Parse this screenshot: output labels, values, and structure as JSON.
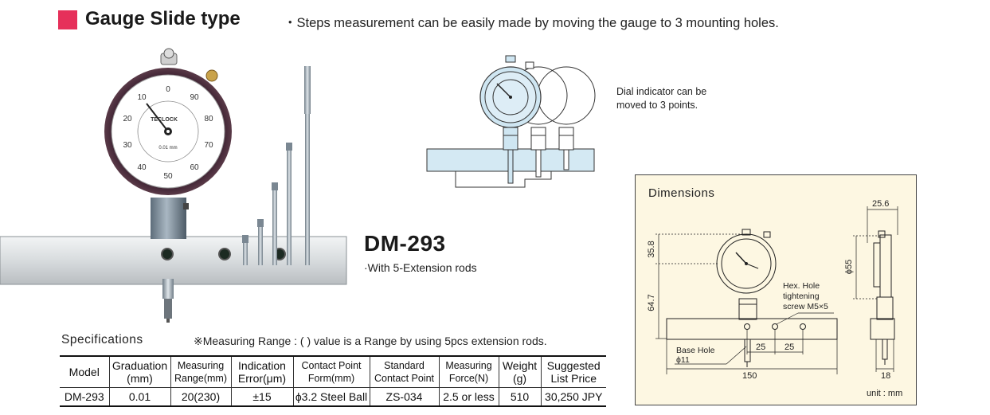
{
  "header": {
    "title": "Gauge Slide type",
    "tagline": "・Steps measurement can be easily made by moving the gauge to 3 mounting holes."
  },
  "product": {
    "model": "DM-293",
    "subtitle": "·With 5-Extension rods",
    "dial_brand": "TECLOCK",
    "dial_graduation": "0.01 mm",
    "dial_numbers": [
      "0",
      "10",
      "20",
      "30",
      "40",
      "50",
      "60",
      "70",
      "80",
      "90"
    ]
  },
  "illustration": {
    "note": "Dial indicator can be moved to 3 points."
  },
  "specifications": {
    "title": "Specifications",
    "note": "※Measuring Range : ( ) value is a Range by using 5pcs extension rods.",
    "columns": [
      {
        "line1": "Model",
        "line2": ""
      },
      {
        "line1": "Graduation",
        "line2": "(mm)"
      },
      {
        "line1": "Measuring",
        "line2": "Range(mm)"
      },
      {
        "line1": "Indication",
        "line2": "Error(μm)"
      },
      {
        "line1": "Contact Point",
        "line2": "Form(mm)"
      },
      {
        "line1": "Standard",
        "line2": "Contact Point"
      },
      {
        "line1": "Measuring",
        "line2": "Force(N)"
      },
      {
        "line1": "Weight",
        "line2": "(g)"
      },
      {
        "line1": "Suggested",
        "line2": "List Price"
      }
    ],
    "rows": [
      [
        "DM-293",
        "0.01",
        "20(230)",
        "±15",
        "ϕ3.2 Steel Ball",
        "ZS-034",
        "2.5 or less",
        "510",
        "30,250 JPY"
      ]
    ]
  },
  "dimensions": {
    "title": "Dimensions",
    "unit": "unit : mm",
    "labels": {
      "d25_6": "25.6",
      "d35_8": "35.8",
      "d64_7": "64.7",
      "phi55": "ϕ55",
      "hex_line1": "Hex. Hole",
      "hex_line2": "tightening",
      "hex_line3": "screw M5×5",
      "base_line1": "Base Hole",
      "base_line2": "ϕ11",
      "d25a": "25",
      "d25b": "25",
      "d150": "150",
      "d18": "18"
    }
  }
}
